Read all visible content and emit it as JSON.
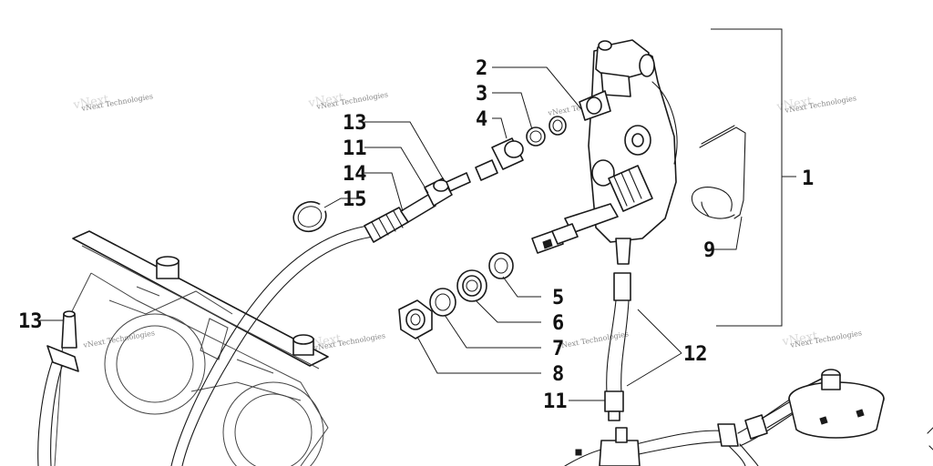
{
  "watermark": {
    "text": "vNext Technologies"
  },
  "callouts": {
    "c1": "1",
    "c2": "2",
    "c3": "3",
    "c4": "4",
    "c5": "5",
    "c6": "6",
    "c7": "7",
    "c8": "8",
    "c9": "9",
    "c11a": "11",
    "c11b": "11",
    "c12": "12",
    "c13a": "13",
    "c13b": "13",
    "c14": "14",
    "c15": "15"
  }
}
